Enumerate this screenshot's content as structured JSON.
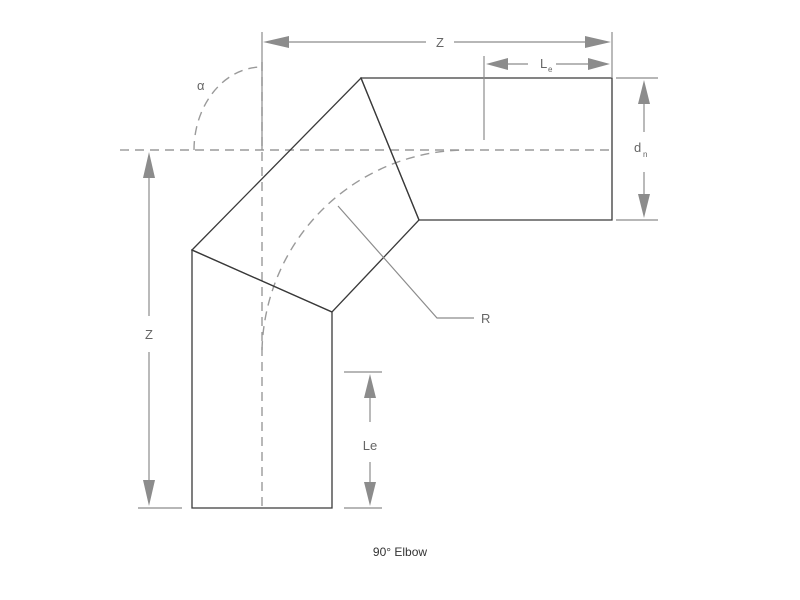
{
  "labels": {
    "z_top": "Z",
    "le_top_main": "L",
    "le_top_sub": "e",
    "alpha": "α",
    "dn_main": "d",
    "dn_sub": "n",
    "z_left": "Z",
    "radius": "R",
    "le_bottom": "Le"
  },
  "caption": "90° Elbow"
}
